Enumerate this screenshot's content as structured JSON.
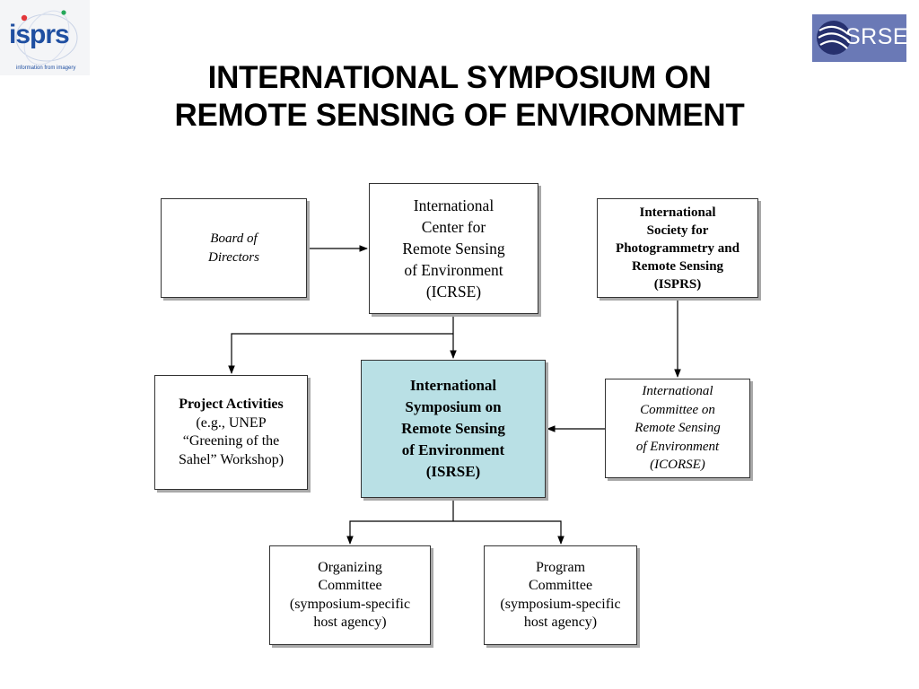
{
  "header": {
    "title_line1": "INTERNATIONAL SYMPOSIUM ON",
    "title_line2": "REMOTE SENSING OF ENVIRONMENT"
  },
  "logos": {
    "left": {
      "text": "isprs",
      "tagline": "information from imagery"
    },
    "right": {
      "text": "SRSE"
    }
  },
  "boxes": {
    "board": {
      "line1": "Board of",
      "line2": "Directors"
    },
    "icrse": {
      "line1": "International",
      "line2": "Center for",
      "line3": "Remote Sensing",
      "line4": "of Environment",
      "line5": "(ICRSE)"
    },
    "isprs": {
      "line1": "International",
      "line2": "Society for",
      "line3": "Photogrammetry and",
      "line4": "Remote Sensing",
      "line5": "(ISPRS)"
    },
    "project": {
      "line1": "Project Activities",
      "line2": "(e.g., UNEP",
      "line3": "“Greening of the",
      "line4": "Sahel” Workshop)"
    },
    "isrse": {
      "line1": "International",
      "line2": "Symposium on",
      "line3": "Remote Sensing",
      "line4": "of Environment",
      "line5": "(ISRSE)"
    },
    "icorse": {
      "line1": "International",
      "line2": "Committee on",
      "line3": "Remote Sensing",
      "line4": "of Environment",
      "line5": "(ICORSE)"
    },
    "organizing": {
      "line1": "Organizing",
      "line2": "Committee",
      "line3": "(symposium-specific",
      "line4": "host agency)"
    },
    "program": {
      "line1": "Program",
      "line2": "Committee",
      "line3": "(symposium-specific",
      "line4": "host agency)"
    }
  },
  "colors": {
    "main_box_fill": "#b9e0e5",
    "shadow": "#a9a9a9",
    "isrse_logo_bg": "#6a79b6",
    "isprs_logo_text": "#1f4fa1"
  }
}
